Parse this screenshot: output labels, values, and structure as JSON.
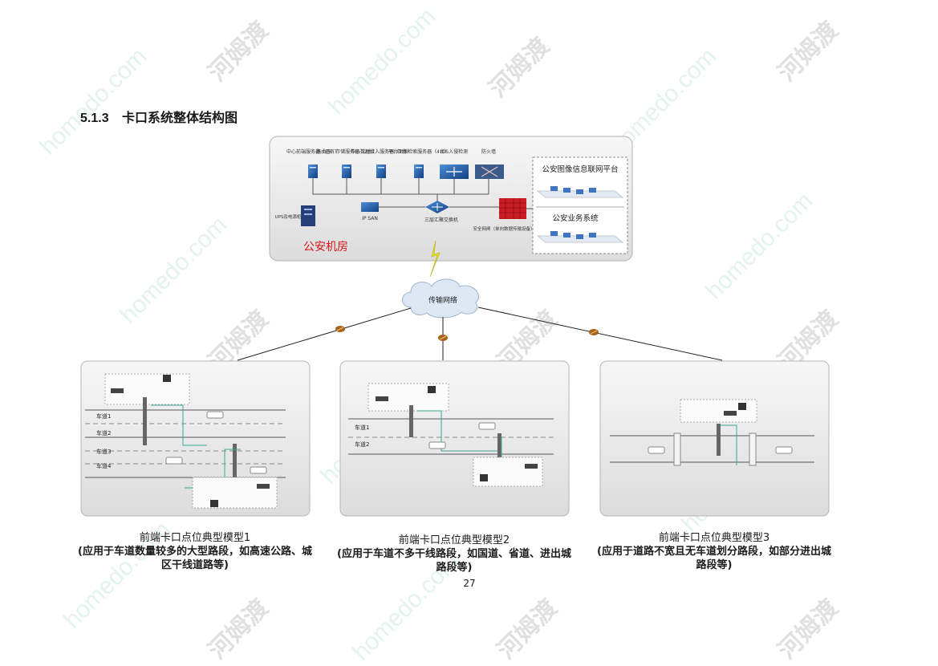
{
  "heading": {
    "number": "5.1.3",
    "title": "卡口系统整体结构图"
  },
  "center": {
    "servers": [
      "中心前端服务器（已有）",
      "路由器、存储服务器（2台）",
      "中心数据接入服务器（2台）",
      "平台图像检索服务器（4台）",
      "IDS入侵检测",
      "防火墙"
    ],
    "ups_label": "UPS及电源柜",
    "tp_san": "IP SAN",
    "switch_label": "三层汇聚交换机",
    "gateway_label": "安全网闸（单向数据传输设备）",
    "room_label": "公安机房",
    "platform1": "公安图像信息联网平台",
    "platform2": "公安业务系统"
  },
  "network_label": "传输网络",
  "models": [
    {
      "title": "前端卡口点位典型模型1",
      "desc": "(应用于车道数量较多的大型路段，如高速公路、城区干线道路等)",
      "lanes": [
        "车道1",
        "车道2",
        "车道3",
        "车道4"
      ]
    },
    {
      "title": "前端卡口点位典型模型2",
      "desc": "(应用于车道不多干线路段，如国道、省道、进出城路段等)",
      "lanes": [
        "车道1",
        "车道2"
      ]
    },
    {
      "title": "前端卡口点位典型模型3",
      "desc": "(应用于道路不宽且无车道划分路段，如部分进出城路段等)",
      "lanes": []
    }
  ],
  "page_number": "27",
  "watermark": {
    "site": "homedo.com",
    "brand": "河姆渡"
  },
  "colors": {
    "room_red": "#d8141a",
    "device_blue": "#1d5fb0",
    "panel_bg": "#e9e9e9",
    "cloud": "#dde7f3"
  }
}
